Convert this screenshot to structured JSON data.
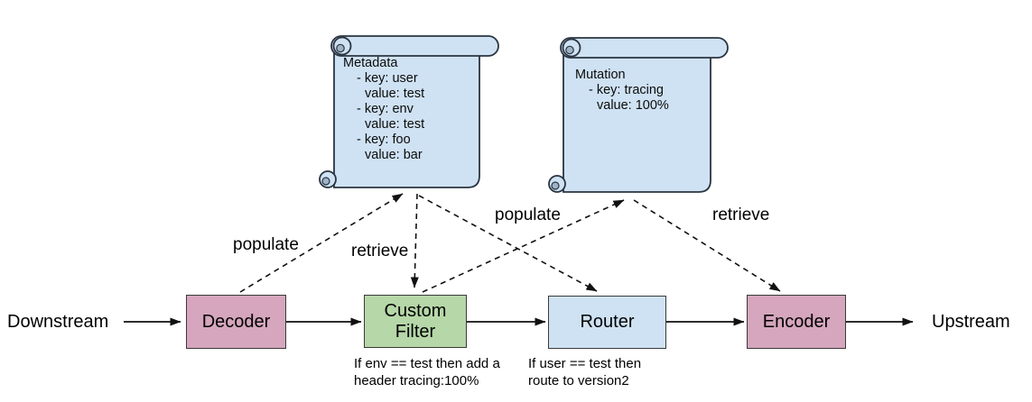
{
  "colors": {
    "background": "#ffffff",
    "node_pink": "#d5a6bd",
    "node_green": "#b6d7a8",
    "node_blue": "#cfe2f3",
    "scroll_fill": "#cfe2f3",
    "scroll_curl": "#a0b3c6",
    "stroke_dark": "#3a3a3a",
    "arrow_color": "#111111"
  },
  "flow": {
    "left_endpoint": "Downstream",
    "right_endpoint": "Upstream",
    "nodes": [
      {
        "id": "decoder",
        "label": "Decoder"
      },
      {
        "id": "custom-filter",
        "label": "Custom Filter",
        "note": [
          "If env == test then add a",
          "header tracing:100%"
        ]
      },
      {
        "id": "router",
        "label": "Router",
        "note": [
          "If user == test then",
          "route to version2"
        ]
      },
      {
        "id": "encoder",
        "label": "Encoder"
      }
    ]
  },
  "scrolls": {
    "metadata": {
      "title": "Metadata",
      "lines": [
        "Metadata",
        "- key: user",
        "value: test",
        "- key: env",
        "value: test",
        "- key: foo",
        "value: bar"
      ]
    },
    "mutation": {
      "title": "Mutation",
      "lines": [
        "Mutation",
        "- key: tracing",
        "value: 100%"
      ]
    }
  },
  "connectors": [
    {
      "label": "populate",
      "from": "Decoder",
      "to": "Metadata"
    },
    {
      "label": "retrieve",
      "from": "Metadata",
      "to": "Custom Filter"
    },
    {
      "label": "",
      "from": "Metadata",
      "to": "Router"
    },
    {
      "label": "populate",
      "from": "Custom Filter",
      "to": "Mutation"
    },
    {
      "label": "retrieve",
      "from": "Mutation",
      "to": "Encoder"
    }
  ]
}
